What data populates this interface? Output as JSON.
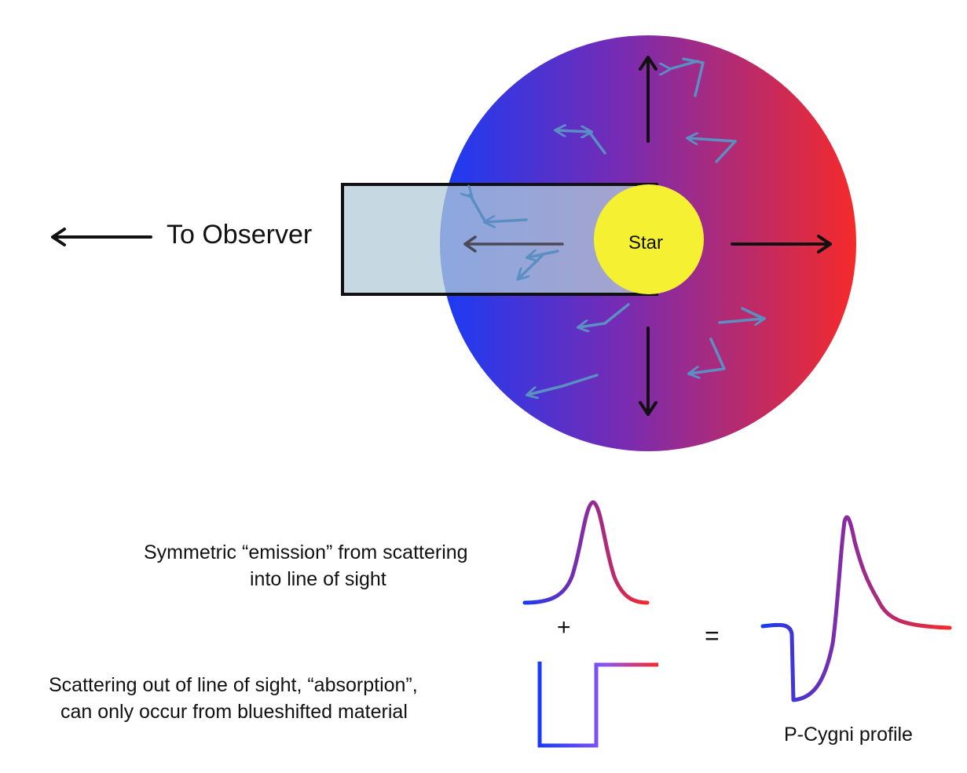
{
  "labels": {
    "to_observer": "To Observer",
    "star": "Star",
    "emission_line1": "Symmetric “emission” from scattering",
    "emission_line2": "into line of sight",
    "absorption_line1": "Scattering out of line of sight, “absorption”,",
    "absorption_line2": "can only occur from blueshifted material",
    "plus": "+",
    "equals": "=",
    "profile": "P-Cygni profile"
  },
  "colors": {
    "blue": "#1a3bf5",
    "purple": "#7a2bb0",
    "red": "#f52a2a",
    "star": "#f5f032",
    "box_fill": "#b3ccd8",
    "photon_arrow": "#5b8fc4",
    "velocity_arrow": "#111111"
  }
}
